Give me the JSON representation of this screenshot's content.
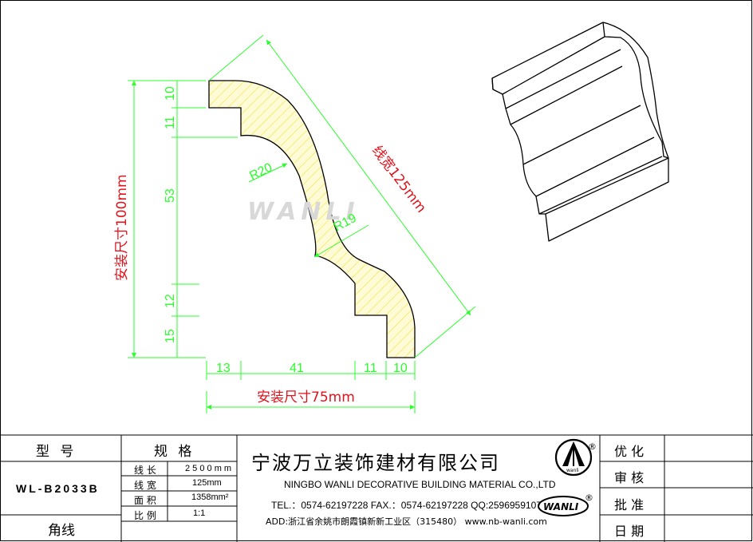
{
  "drawing": {
    "install_height": "安装尺寸100mm",
    "install_width": "安装尺寸75mm",
    "line_width": "线宽125mm",
    "radius_1": "R20",
    "radius_2": "R19",
    "vertical_dims": [
      "10",
      "11",
      "53",
      "12",
      "15"
    ],
    "horizontal_dims": [
      "13",
      "41",
      "11",
      "10"
    ],
    "watermark": "WANLI",
    "colors": {
      "dimension": "#2aff2a",
      "install_label": "#e2121b",
      "hatch_fill": "#fffbd6",
      "hatch": "#f2e23c"
    }
  },
  "title_block": {
    "model_header": "型 号",
    "model_value": "WL-B2033B",
    "category": "角线",
    "spec_header": "规 格",
    "specs": [
      {
        "label": "线 长",
        "value": "2 5 0 0 m m"
      },
      {
        "label": "线 宽",
        "value": "125mm"
      },
      {
        "label": "面 积",
        "value": "1358mm²"
      },
      {
        "label": "比 例",
        "value": "1:1"
      }
    ],
    "company_cn": "宁波万立装饰建材有限公司",
    "company_en": "NINGBO WANLI DECORATIVE BUILDING MATERIAL CO.,LTD",
    "contact": "TEL.：0574-62197228  FAX.：0574-62197228  QQ:2596959107",
    "address": "ADD:浙江省余姚市朗霞镇新新工业区（315480）  www.nb-wanli.com",
    "logo_text": "WANLI",
    "logo_small": "wanli",
    "registered": "®",
    "approvals": [
      "优 化",
      "审 核",
      "批 准",
      "日 期"
    ]
  }
}
